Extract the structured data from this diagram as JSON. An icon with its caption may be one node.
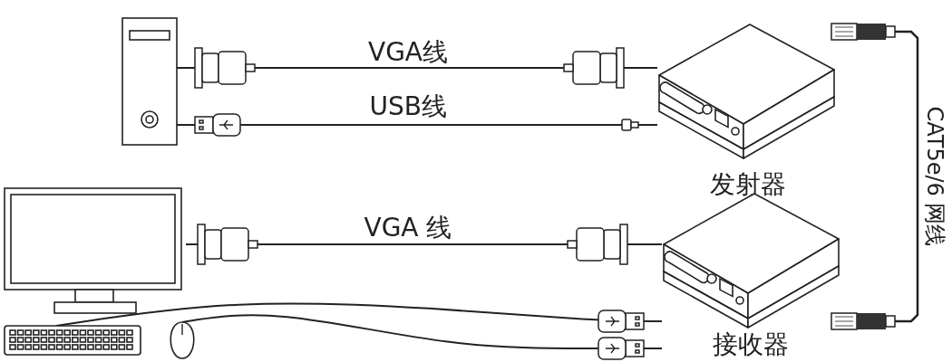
{
  "diagram": {
    "nodes": [
      {
        "text": [],
        "shape": "picture"
      },
      {
        "text": [
          "发射器"
        ]
      },
      {
        "text": [],
        "shape": "picture"
      },
      {
        "text": [
          "接收器"
        ]
      },
      {
        "text": [],
        "shape": "picture"
      },
      {
        "text": [],
        "shape": "picture"
      }
    ],
    "edges": [
      {
        "from": 0,
        "to": 1,
        "arrow": "none",
        "label": "VGA线"
      },
      {
        "from": 0,
        "to": 1,
        "arrow": "none",
        "label": "USB线"
      },
      {
        "from": 2,
        "to": 3,
        "arrow": "none",
        "label": "VGA 线"
      },
      {
        "from": 4,
        "to": 3,
        "arrow": "none"
      },
      {
        "from": 5,
        "to": 3,
        "arrow": "none"
      },
      {
        "from": 1,
        "to": 3,
        "arrow": "none",
        "label": "CAT5e/6 网线"
      }
    ]
  }
}
